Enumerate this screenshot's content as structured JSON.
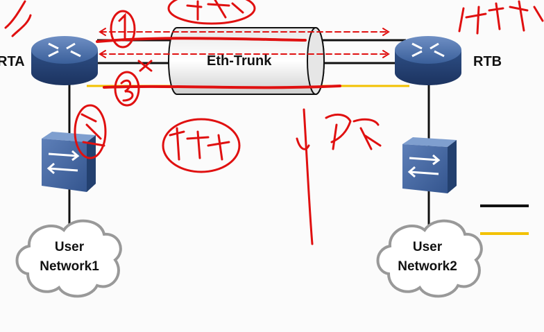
{
  "labels": {
    "rta": "RTA",
    "rtb": "RTB",
    "trunk": "Eth-Trunk",
    "network1_line1": "User",
    "network1_line2": "Network1",
    "network2_line1": "User",
    "network2_line2": "Network2"
  },
  "colors": {
    "link_primary": "#111111",
    "link_backup": "#f2c100",
    "annotation": "#e01010",
    "device_blue": "#3a5f9a"
  },
  "legend": [
    {
      "color": "#111111"
    },
    {
      "color": "#f2c100"
    }
  ]
}
